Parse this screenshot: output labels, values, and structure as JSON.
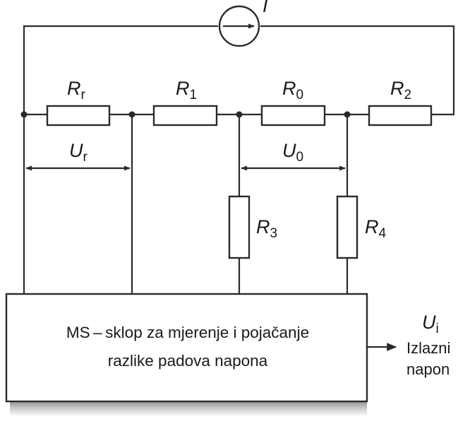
{
  "labels": {
    "current": "I",
    "rr": {
      "main": "R",
      "sub": "r"
    },
    "r1": {
      "main": "R",
      "sub": "1"
    },
    "r0": {
      "main": "R",
      "sub": "0"
    },
    "r2": {
      "main": "R",
      "sub": "2"
    },
    "r3": {
      "main": "R",
      "sub": "3"
    },
    "r4": {
      "main": "R",
      "sub": "4"
    },
    "ur": {
      "main": "U",
      "sub": "r"
    },
    "u0": {
      "main": "U",
      "sub": "0"
    },
    "ui": {
      "main": "U",
      "sub": "i"
    }
  },
  "box": {
    "line1": "MS – sklop za mjerenje i pojačanje",
    "line2": "razlike padova napona"
  },
  "output": {
    "line1": "Izlazni",
    "line2": "napon"
  }
}
